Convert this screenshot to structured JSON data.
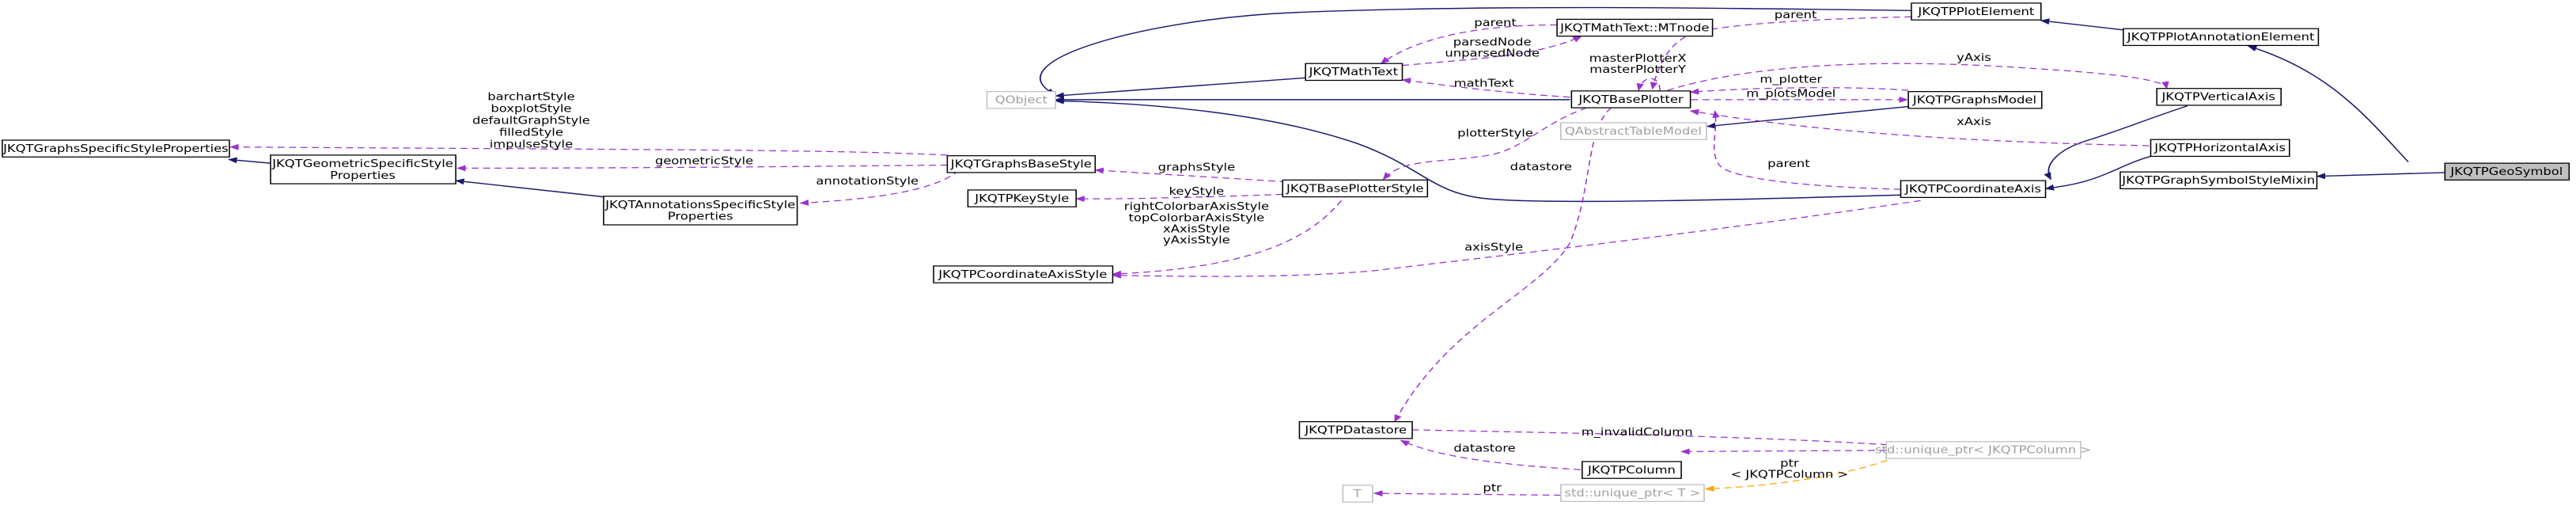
{
  "nodes": {
    "geo_symbol": "JKQTPGeoSymbol",
    "plot_annotation_element": "JKQTPPlotAnnotationElement",
    "graph_symbol_style_mixin": "JKQTPGraphSymbolStyleMixin",
    "plot_element": "JKQTPPlotElement",
    "vertical_axis": "JKQTPVerticalAxis",
    "horizontal_axis": "JKQTPHorizontalAxis",
    "coordinate_axis": "JKQTPCoordinateAxis",
    "graphs_model": "JKQTPGraphsModel",
    "base_plotter": "JKQTBasePlotter",
    "mathtext_mtnode": "JKQTMathText::MTnode",
    "mathtext": "JKQTMathText",
    "qobject": "QObject",
    "qabstracttablemodel": "QAbstractTableModel",
    "base_plotter_style": "JKQTBasePlotterStyle",
    "graphs_base_style": "JKQTGraphsBaseStyle",
    "key_style": "JKQTPKeyStyle",
    "coordinate_axis_style": "JKQTPCoordinateAxisStyle",
    "graphs_specific_style_properties": "JKQTGraphsSpecificStyleProperties",
    "geometric_specific_style_properties": [
      "JKQTGeometricSpecificStyle",
      "Properties"
    ],
    "annotations_specific_style_properties": [
      "JKQTAnnotationsSpecificStyle",
      "Properties"
    ],
    "datastore": "JKQTPDatastore",
    "column": "JKQTPColumn",
    "unique_ptr_column": "std::unique_ptr< JKQTPColumn >",
    "unique_ptr_t": "std::unique_ptr< T >",
    "t": "T"
  },
  "edge_labels": {
    "parent_plot_element": "parent",
    "parent_mtnode": "parent",
    "parsed_unparsed": [
      "parsedNode",
      "unparsedNode"
    ],
    "master_plotters": [
      "masterPlotterX",
      "masterPlotterY"
    ],
    "y_axis": "yAxis",
    "x_axis": "xAxis",
    "m_plotter": "m_plotter",
    "m_plots_model": "m_plotsModel",
    "math_text": "mathText",
    "plotter_style": "plotterStyle",
    "datastore_base_plotter": "datastore",
    "parent_coordinate_axis": "parent",
    "style_names": [
      "barchartStyle",
      "boxplotStyle",
      "defaultGraphStyle",
      "filledStyle",
      "impulseStyle"
    ],
    "geometric_style": "geometricStyle",
    "graphs_style": "graphsStyle",
    "annotation_style": "annotationStyle",
    "key_style": "keyStyle",
    "axis_style_names": [
      "rightColorbarAxisStyle",
      "topColorbarAxisStyle",
      "xAxisStyle",
      "yAxisStyle"
    ],
    "axis_style": "axisStyle",
    "m_invalid_column": "m_invalidColumn",
    "datastore_column": "datastore",
    "ptr_column": "ptr",
    "template_arg": "< JKQTPColumn >",
    "ptr_t": "ptr"
  }
}
